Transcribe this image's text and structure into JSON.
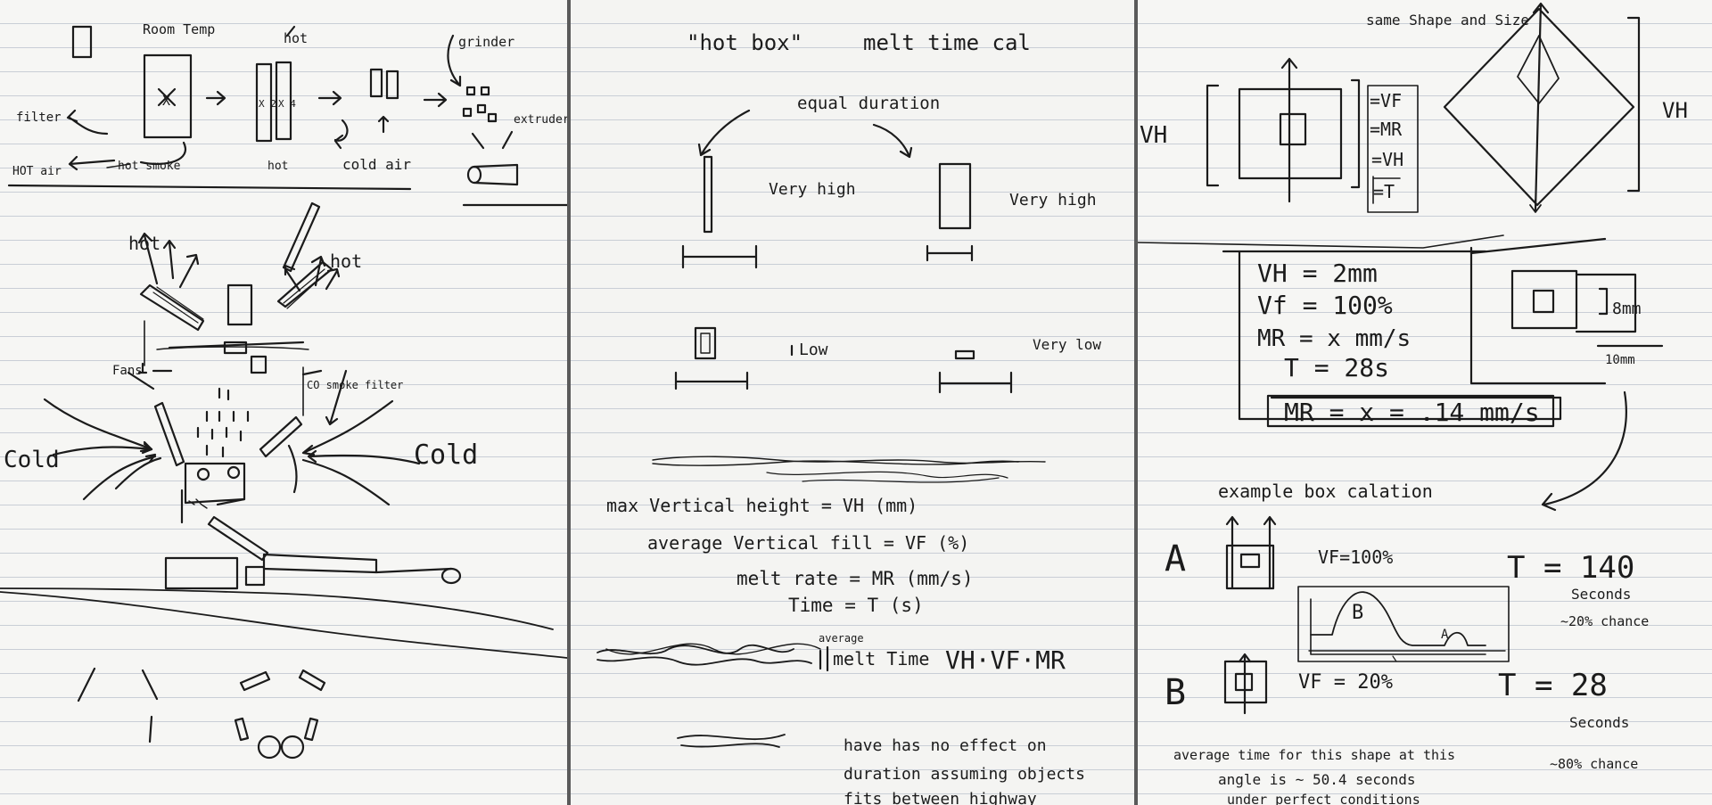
{
  "page1": {
    "room_temp": "Room Temp",
    "hot_a": "hot",
    "hot_b": "hot",
    "grinder": "grinder",
    "extruder": "extruder",
    "filter": "filter",
    "hot_air": "HOT air",
    "hot_smoke": "hot smoke",
    "cold_air": "cold air",
    "x_label": "X",
    "x2": "X 2",
    "x4": "X 4",
    "fans": "Fans",
    "co_smoke_filter": "CO smoke filter",
    "hot_left": "hot",
    "hot_right": "hot",
    "cold_left": "Cold",
    "cold_right": "Cold"
  },
  "page2": {
    "title_hot_box": "\"hot box\"",
    "title_melt": "melt time cal",
    "equal_duration": "equal duration",
    "very_high_1": "Very high",
    "very_high_2": "Very high",
    "low": "Low",
    "very_low": "Very low",
    "vh_def": "max Vertical height = VH (mm)",
    "vf_def": "average Vertical fill = VF (%)",
    "mr_def": "melt rate = MR (mm/s)",
    "t_def": "Time = T (s)",
    "average": "average",
    "formula_left": "melt Time",
    "formula_right": "VH·VF·MR",
    "note_1": "have has no effect on",
    "note_2": "duration assuming objects",
    "note_3": "fits between highway"
  },
  "page3": {
    "same_shape": "same Shape and Size",
    "vh_left": "VH",
    "vh_right": "VH",
    "legend_vf": "=VF",
    "legend_mr": "=MR",
    "legend_vh": "=VH",
    "legend_t": "=T",
    "vh_val": "VH = 2mm",
    "vf_val": "Vf = 100%",
    "mr_val": "MR = x mm/s",
    "t_val": "T = 28s",
    "mr_result": "MR = x = .14 mm/s",
    "dim_8mm": "8mm",
    "dim_10mm": "10mm",
    "example_label": "example box calation",
    "a_label": "A",
    "a_vf": "VF=100%",
    "a_t": "T = 140",
    "a_seconds": "Seconds",
    "a_chance": "~20% chance",
    "b_label": "B",
    "b_vf": "VF = 20%",
    "b_t": "T = 28",
    "b_seconds": "Seconds",
    "b_chance": "~80% chance",
    "graph_b": "B",
    "graph_a": "A",
    "avg_1": "average time for this shape at this",
    "avg_2": "angle is ~ 50.4 seconds",
    "avg_3": "under perfect conditions"
  }
}
